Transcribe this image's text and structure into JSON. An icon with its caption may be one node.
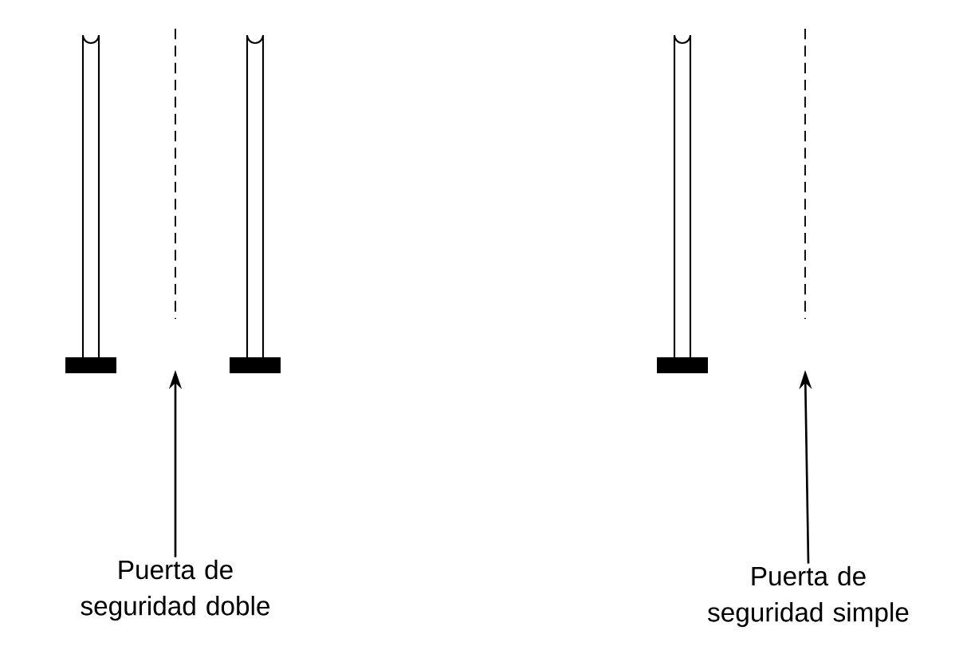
{
  "diagram": {
    "nodes": [
      {
        "text": [],
        "shape": "bar"
      },
      {
        "text": [
          "Puerta de seguridad doble"
        ]
      },
      {
        "text": [],
        "shape": "bar"
      },
      {
        "text": [
          "Puerta de seguridad simple"
        ]
      }
    ],
    "edges": [
      {
        "from": 1,
        "to": 0,
        "arrow": "to"
      },
      {
        "from": 3,
        "to": 2,
        "arrow": "to"
      }
    ]
  }
}
